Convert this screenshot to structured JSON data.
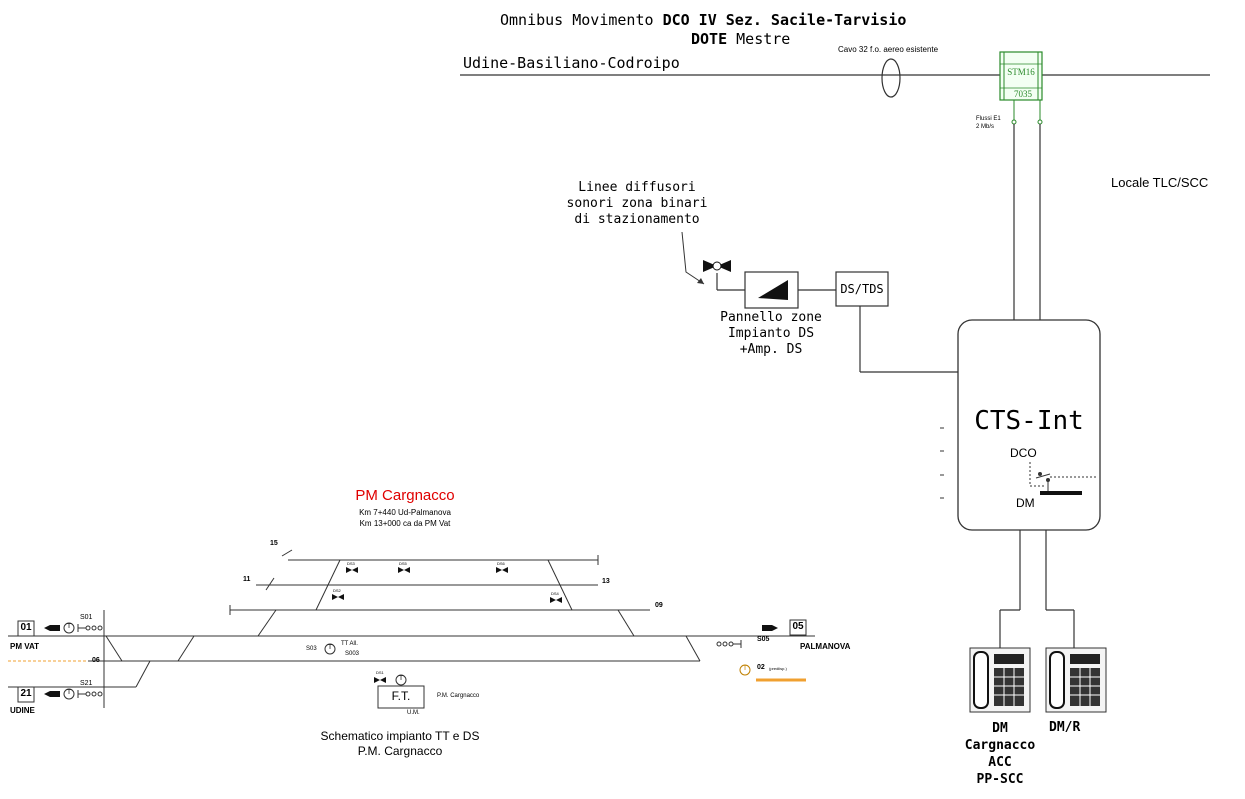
{
  "header": {
    "line1_a": "Omnibus Movimento",
    "line1_b": "DCO IV Sez. Sacile-Tarvisio",
    "line2_a": "DOTE",
    "line2_b": "Mestre"
  },
  "line_label": "Udine-Basiliano-Codroipo",
  "cable_label": "Cavo 32 f.o. aereo esistente",
  "stm": {
    "top": "STM16",
    "bottom": "7035"
  },
  "flussi": {
    "l1": "Flussi E1",
    "l2": "2 Mb/s"
  },
  "locale_label": "Locale TLC/SCC",
  "linee_label": [
    "Linee diffusori",
    "sonori zona binari",
    "di stazionamento"
  ],
  "pannello_label": [
    "Pannello zone",
    "Impianto DS",
    "+Amp. DS"
  ],
  "ds_tds": "DS/TDS",
  "cts": {
    "title": "CTS-Int",
    "dco": "DCO",
    "dm": "DM"
  },
  "phones": {
    "left": [
      "DM",
      "Cargnacco",
      "ACC",
      "PP-SCC"
    ],
    "right": "DM/R"
  },
  "station": {
    "title": "PM Cargnacco",
    "km1": "Km 7+440 Ud-Palmanova",
    "km2": "Km 13+000 ca da PM Vat"
  },
  "tracks": {
    "t15": "15",
    "t11": "11",
    "t13": "13",
    "t09": "09",
    "t06": "06"
  },
  "speakers": {
    "ds3": "DS3",
    "ds5": "DS5",
    "ds6": "DS6",
    "ds2": "DS2",
    "ds4": "DS4",
    "ds1": "DS1"
  },
  "left_side": {
    "box01": "01",
    "box21": "21",
    "s01": "S01",
    "s21": "S21",
    "pmvat": "PM VAT",
    "udine": "UDINE"
  },
  "right_side": {
    "box05": "05",
    "s05": "S05",
    "palmanova": "PALMANOVA",
    "p02": "02",
    "prediisp": "(prediisp.)"
  },
  "center": {
    "s03": "S03",
    "tt_all": "TT All.",
    "s003": "S003"
  },
  "ft": {
    "label": "F.T.",
    "um": "U.M.",
    "pm": "P.M. Cargnacco"
  },
  "caption": [
    "Schematico impianto TT e DS",
    "P.M. Cargnacco"
  ],
  "colors": {
    "stm_green": "#2a8a2a",
    "station_red": "#e00000",
    "orange": "#f0a030"
  }
}
